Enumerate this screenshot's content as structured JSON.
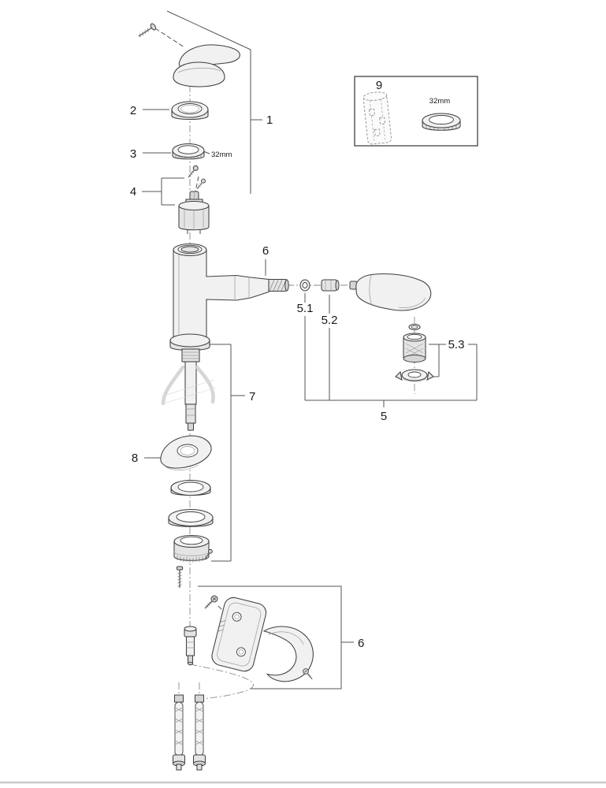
{
  "figure": {
    "kind": "exploded-parts-diagram",
    "subject": "single-lever kitchen faucet with pull-out spray and mounting hardware",
    "colors": {
      "ink": "#3f3f3f",
      "metal_light": "#f1f1f1",
      "metal_mid": "#e4e4e4",
      "sketch": "#cfcfcf",
      "footer_line": "#c9c9c9"
    }
  },
  "callouts": {
    "part1": "1",
    "part2": "2",
    "part3": "3",
    "part4": "4",
    "part5": "5",
    "part5_1": "5.1",
    "part5_2": "5.2",
    "part5_3": "5.3",
    "part6_spout": "6",
    "part6_holder": "6",
    "part7": "7",
    "part8": "8",
    "part9": "9",
    "wrench_size_part3": "32mm",
    "wrench_size_box9": "32mm"
  }
}
